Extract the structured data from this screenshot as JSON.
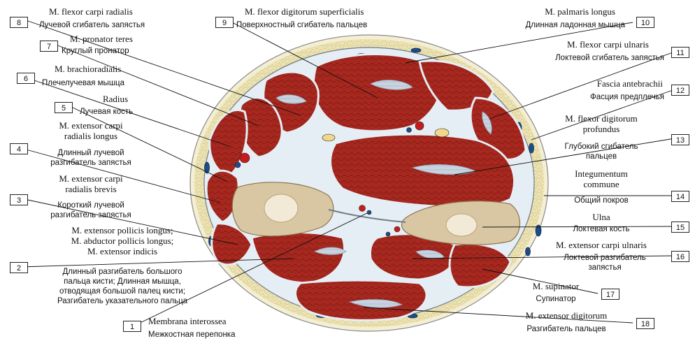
{
  "labels": [
    {
      "num": "1",
      "latin": "Membrana interossea",
      "russian": "Межкостная перепонка"
    },
    {
      "num": "2",
      "latin": "M. extensor pollicis longus;\nM. abductor pollicis longus;\nM. extensor indicis",
      "russian": "Длинный разгибатель большого\nпальца кисти; Длинная мышца,\nотводящая большой палец кисти;\nРазгибатель указательного пальца"
    },
    {
      "num": "3",
      "latin": "M. extensor carpi\nradialis brevis",
      "russian": "Короткий лучевой\nразгибатель запястья"
    },
    {
      "num": "4",
      "latin": "M. extensor carpi\nradialis longus",
      "russian": "Длинный лучевой\nразгибатель запястья"
    },
    {
      "num": "5",
      "latin": "Radius",
      "russian": "Лучевая кость"
    },
    {
      "num": "6",
      "latin": "M. brachioradialis",
      "russian": "Плечелучевая мышца"
    },
    {
      "num": "7",
      "latin": "M. pronator teres",
      "russian": "Круглый пронатор"
    },
    {
      "num": "8",
      "latin": "M. flexor carpi radialis",
      "russian": "Лучевой сгибатель запястья"
    },
    {
      "num": "9",
      "latin": "M. flexor digitorum superficialis",
      "russian": "Поверхностный сгибатель пальцев"
    },
    {
      "num": "10",
      "latin": "M. palmaris longus",
      "russian": "Длинная ладонная мышца"
    },
    {
      "num": "11",
      "latin": "M. flexor carpi ulnaris",
      "russian": "Локтевой сгибатель запястья"
    },
    {
      "num": "12",
      "latin": "Fascia antebrachii",
      "russian": "Фасция предплечья"
    },
    {
      "num": "13",
      "latin": "M. flexor digitorum\nprofundus",
      "russian": "Глубокий сгибатель\nпальцев"
    },
    {
      "num": "14",
      "latin": "Integumentum\ncommune",
      "russian": "Общий покров"
    },
    {
      "num": "15",
      "latin": "Ulna",
      "russian": "Локтевая кость"
    },
    {
      "num": "16",
      "latin": "M. extensor carpi ulnaris",
      "russian": "Локтевой разгибатель\nзапястья"
    },
    {
      "num": "17",
      "latin": "M. supinator",
      "russian": "Супинатор"
    },
    {
      "num": "18",
      "latin": "M. extensor digitorum",
      "russian": "Разгибатель пальцев"
    }
  ],
  "colors": {
    "muscle": "#a8281f",
    "muscle_dark": "#7d1a14",
    "fat": "#ece3b4",
    "fascia": "#e6eef5",
    "bone": "#d9c7a3",
    "marrow": "#f2ead6",
    "vessel_red": "#c41c1c",
    "vessel_blue": "#1e4c86",
    "tendon": "#c8d3df"
  }
}
